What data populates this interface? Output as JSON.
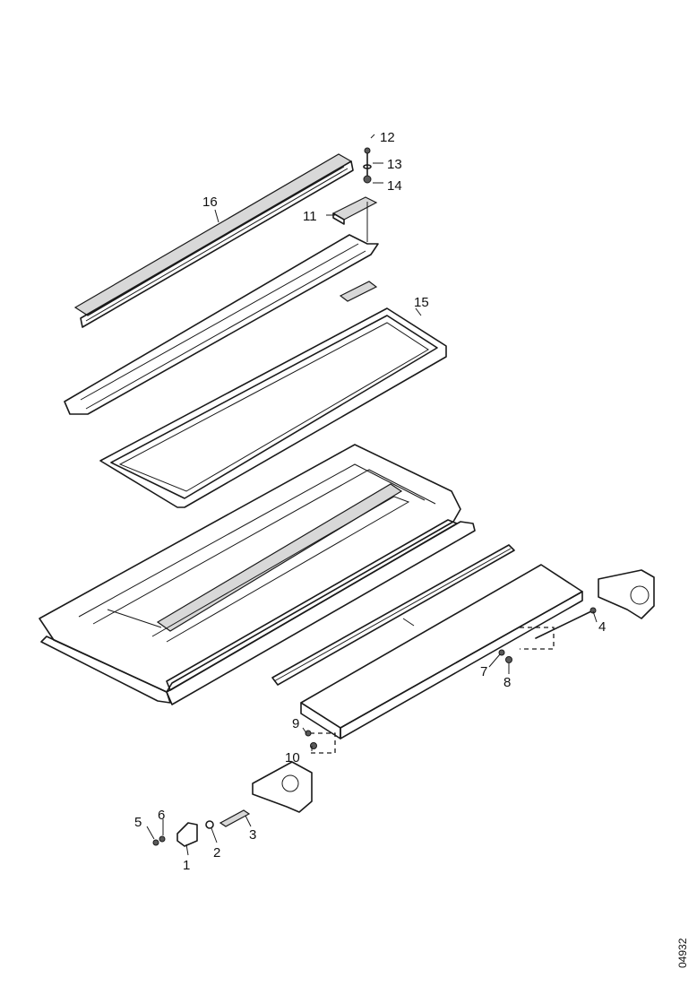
{
  "diagram": {
    "callouts": [
      {
        "id": "c1",
        "text": "1"
      },
      {
        "id": "c2",
        "text": "2"
      },
      {
        "id": "c3",
        "text": "3"
      },
      {
        "id": "c4",
        "text": "4"
      },
      {
        "id": "c5",
        "text": "5"
      },
      {
        "id": "c6",
        "text": "6"
      },
      {
        "id": "c7",
        "text": "7"
      },
      {
        "id": "c8",
        "text": "8"
      },
      {
        "id": "c9",
        "text": "9"
      },
      {
        "id": "c10",
        "text": "10"
      },
      {
        "id": "c11",
        "text": "11"
      },
      {
        "id": "c12",
        "text": "12"
      },
      {
        "id": "c13",
        "text": "13"
      },
      {
        "id": "c14",
        "text": "14"
      },
      {
        "id": "c15",
        "text": "15"
      },
      {
        "id": "c16",
        "text": "16"
      }
    ],
    "drawing_code": "04932"
  }
}
